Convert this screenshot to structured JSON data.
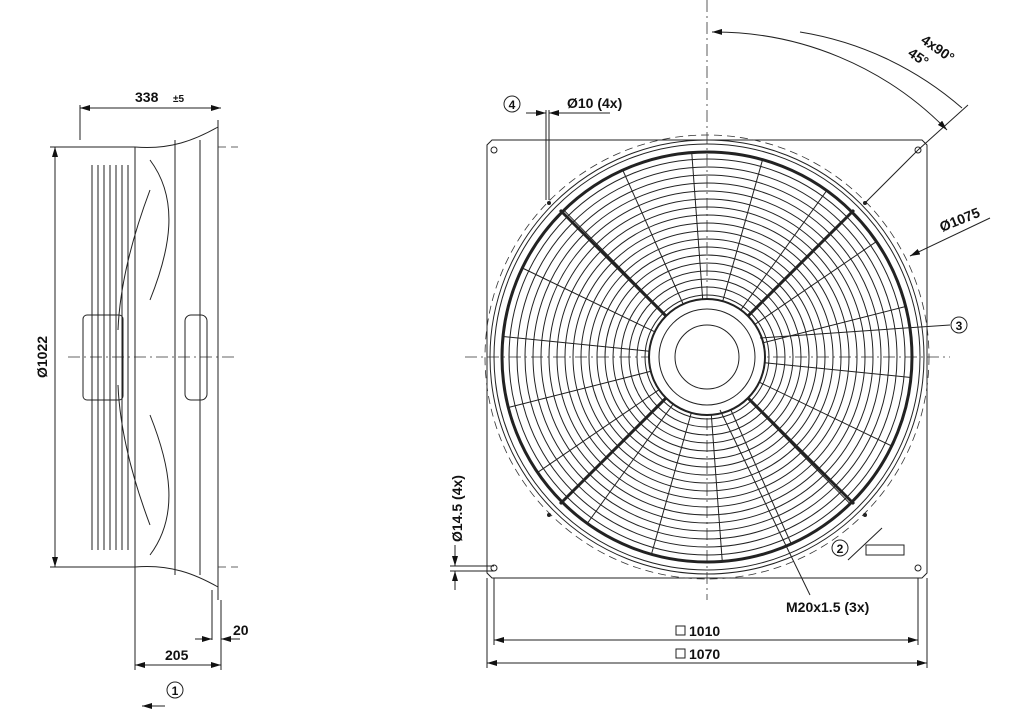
{
  "side_view": {
    "width_dim": "338",
    "width_tol": "±5",
    "diameter_dim": "Ø1022",
    "depth_dim": "205",
    "flange_dim": "20",
    "callout_1": "1"
  },
  "front_view": {
    "angle_dim": "4x90°",
    "angle_offset": "45°",
    "hole_callout": "4",
    "hole_dim": "Ø10 (4x)",
    "ring_dim": "Ø1075",
    "callout_3": "3",
    "callout_2": "2",
    "mount_hole_dim": "Ø14.5 (4x)",
    "thread_dim": "M20x1.5 (3x)",
    "inner_square_dim": "1010",
    "outer_square_dim": "1070"
  }
}
